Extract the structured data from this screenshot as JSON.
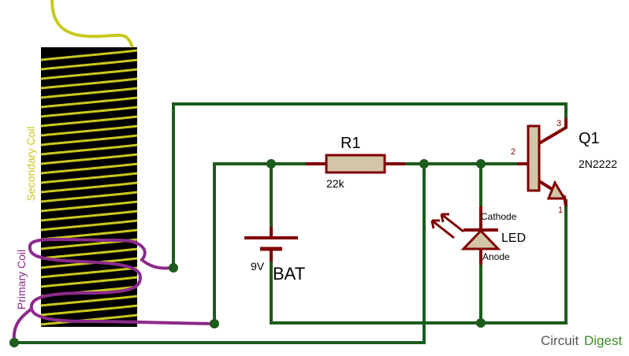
{
  "labels": {
    "secondary_coil": "Secondary Coil",
    "primary_coil": "Primary Coil",
    "r1_ref": "R1",
    "r1_value": "22k",
    "bat_ref": "BAT",
    "bat_value": "9V",
    "q1_ref": "Q1",
    "q1_part": "2N2222",
    "pin_base": "2",
    "pin_collector": "3",
    "pin_emitter": "1",
    "led_ref": "LED",
    "led_cathode": "Cathode",
    "led_anode": "Anode"
  },
  "brand": {
    "circuit": "Circuit",
    "digest": "Digest"
  },
  "colors": {
    "wire": "#1c5c1c",
    "component": "#800000",
    "component_fill": "#d2c6a6",
    "secondary_coil": "#c8c81e",
    "primary_coil": "#8c2a8c",
    "core": "#000000",
    "brand_green": "#3a8a2a"
  }
}
